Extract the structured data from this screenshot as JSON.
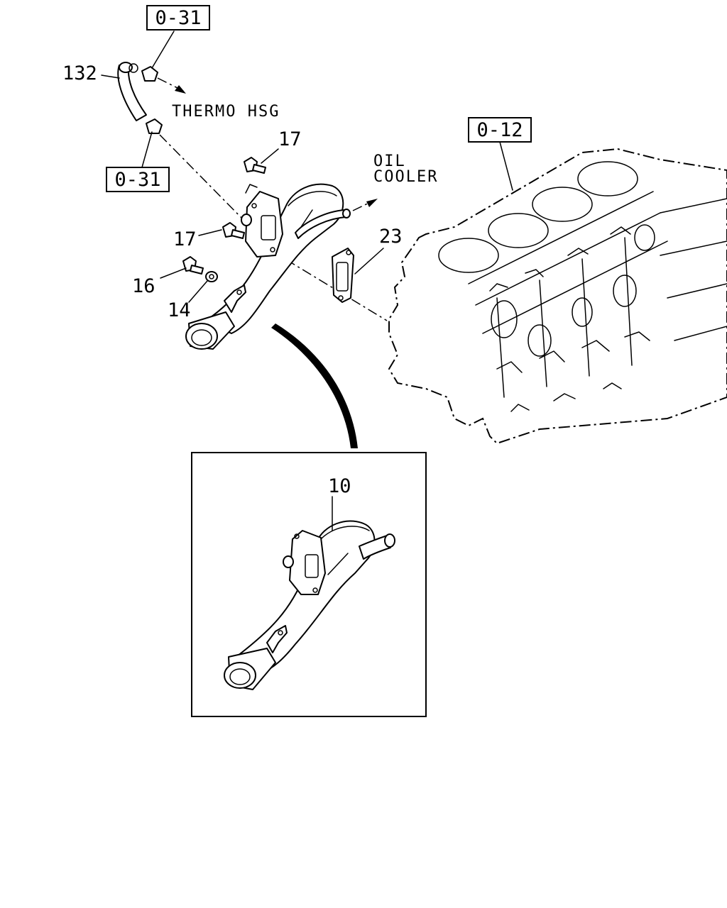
{
  "refs": {
    "top": "0-31",
    "mid": "0-31",
    "block": "0-12"
  },
  "parts": {
    "hose": "132",
    "bolt_upper": "17",
    "bolt_lower": "17",
    "bolt_16": "16",
    "washer": "14",
    "gasket": "23",
    "pipe_assembly": "10"
  },
  "notes": {
    "thermo_housing": "THERMO HSG",
    "oil_line1": "OIL",
    "oil_line2": "COOLER"
  }
}
